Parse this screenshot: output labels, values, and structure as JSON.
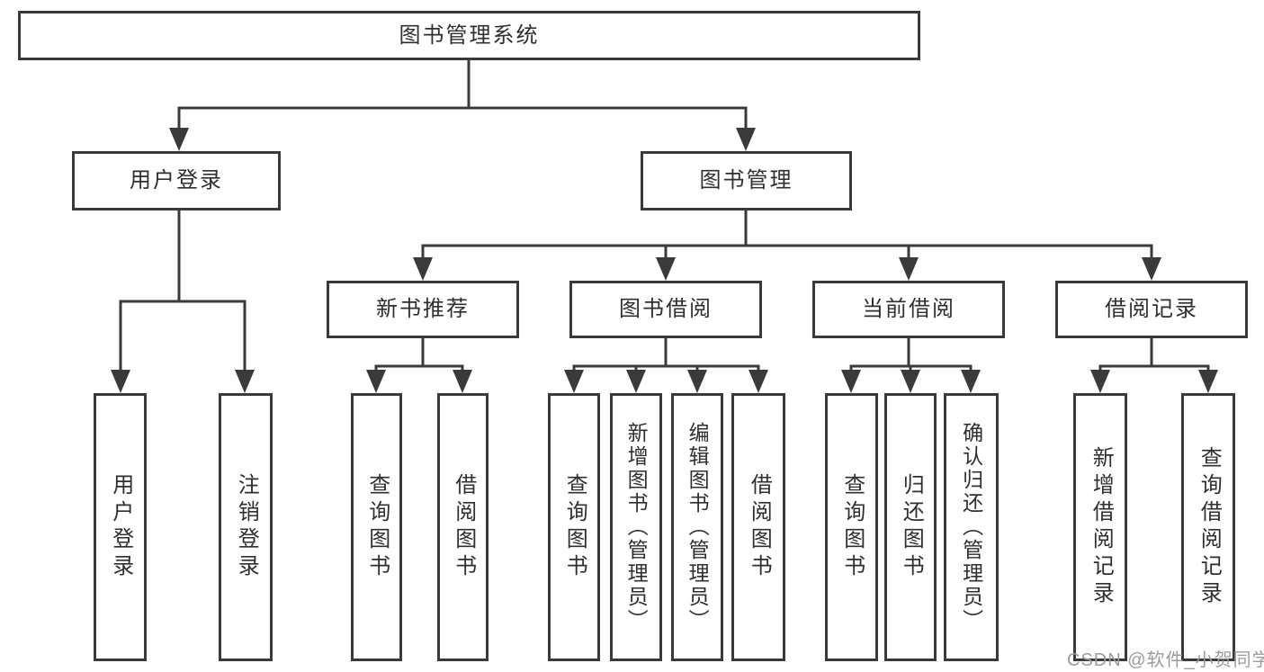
{
  "tree": {
    "root": {
      "label": "图书管理系统"
    },
    "branches": [
      {
        "label": "用户登录",
        "leaves": [
          {
            "label": "用户登录"
          },
          {
            "label": "注销登录"
          }
        ]
      },
      {
        "label": "图书管理",
        "groups": [
          {
            "label": "新书推荐",
            "leaves": [
              {
                "label": "查询图书"
              },
              {
                "label": "借阅图书"
              }
            ]
          },
          {
            "label": "图书借阅",
            "leaves": [
              {
                "label": "查询图书"
              },
              {
                "label": "新增图书（管理员）"
              },
              {
                "label": "编辑图书（管理员）"
              },
              {
                "label": "借阅图书"
              }
            ]
          },
          {
            "label": "当前借阅",
            "leaves": [
              {
                "label": "查询图书"
              },
              {
                "label": "归还图书"
              },
              {
                "label": "确认归还（管理员）"
              }
            ]
          },
          {
            "label": "借阅记录",
            "leaves": [
              {
                "label": "新增借阅记录"
              },
              {
                "label": "查询借阅记录"
              }
            ]
          }
        ]
      }
    ]
  },
  "watermark": {
    "text": "CSDN @软件_小贺同学"
  },
  "colors": {
    "line": "#3a3a3a",
    "text": "#2f2f2f",
    "background": "#ffffff",
    "watermark": "#9c9c9c"
  }
}
